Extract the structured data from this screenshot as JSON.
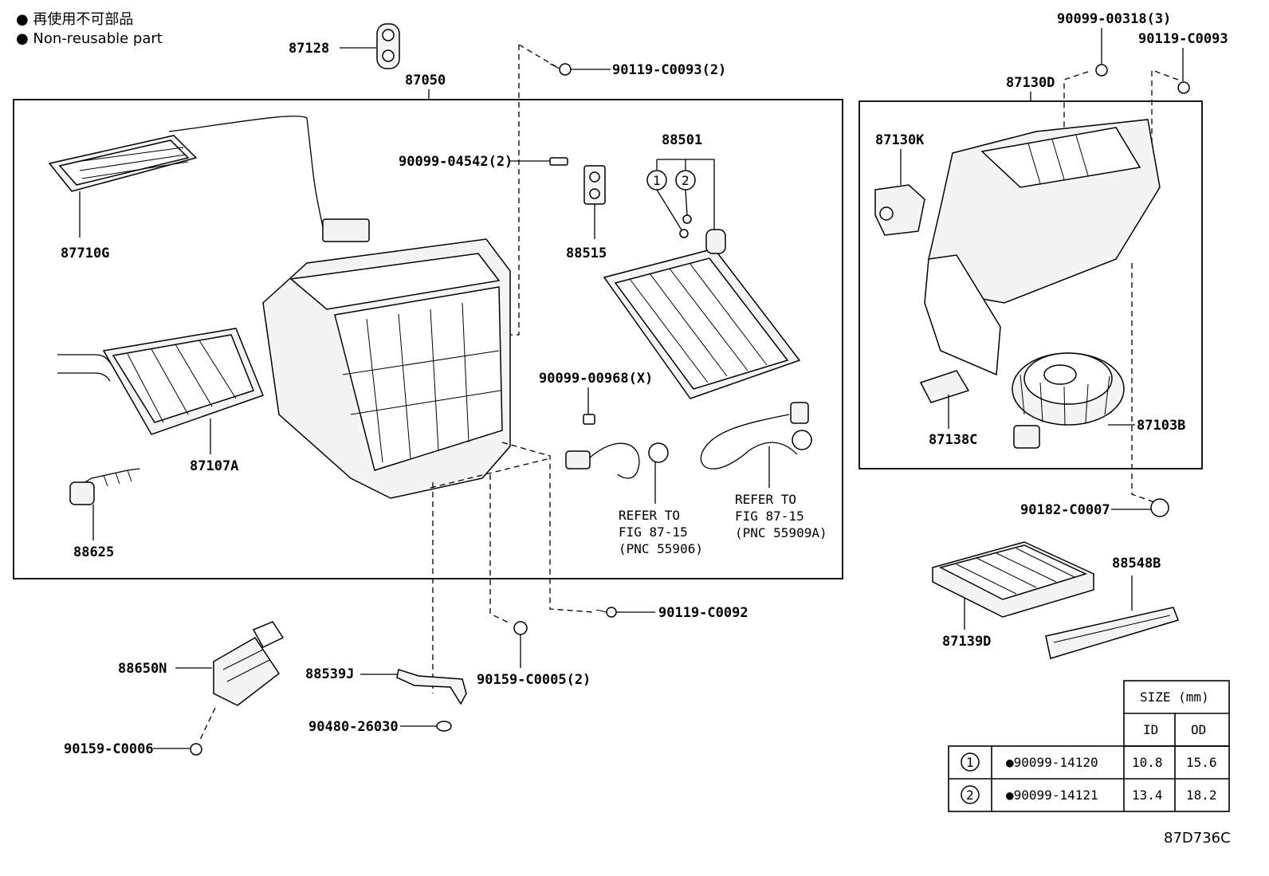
{
  "legend": {
    "line1": "● 再使用不可部品",
    "line2": "● Non-reusable part"
  },
  "parts": {
    "p87128": "87128",
    "p87050": "87050",
    "p90119_c0093_2": "90119-C0093(2)",
    "p90099_04542_2": "90099-04542(2)",
    "p88501": "88501",
    "p87710g": "87710G",
    "p88515": "88515",
    "p87107a": "87107A",
    "p90099_00968_x": "90099-00968(X)",
    "p88625": "88625",
    "refer1_l1": "REFER TO",
    "refer1_l2": "FIG 87-15",
    "refer1_l3": "(PNC 55906)",
    "refer2_l1": "REFER TO",
    "refer2_l2": "FIG 87-15",
    "refer2_l3": "(PNC 55909A)",
    "p90119_c0092": "90119-C0092",
    "p88650n": "88650N",
    "p88539j": "88539J",
    "p90159_c0005_2": "90159-C0005(2)",
    "p90480_26030": "90480-26030",
    "p90159_c0006": "90159-C0006",
    "p90099_00318_3": "90099-00318(3)",
    "p90119_c0093": "90119-C0093",
    "p87130d": "87130D",
    "p87130k": "87130K",
    "p87138c": "87138C",
    "p87103b": "87103B",
    "p90182_c0007": "90182-C0007",
    "p88548b": "88548B",
    "p87139d": "87139D",
    "circle1": "1",
    "circle2": "2"
  },
  "size_table": {
    "header": "SIZE (mm)",
    "col_id": "ID",
    "col_od": "OD",
    "rows": [
      {
        "key": "1",
        "part": "●90099-14120",
        "id": "10.8",
        "od": "15.6"
      },
      {
        "key": "2",
        "part": "●90099-14121",
        "id": "13.4",
        "od": "18.2"
      }
    ]
  },
  "figure_code": "87D736C"
}
